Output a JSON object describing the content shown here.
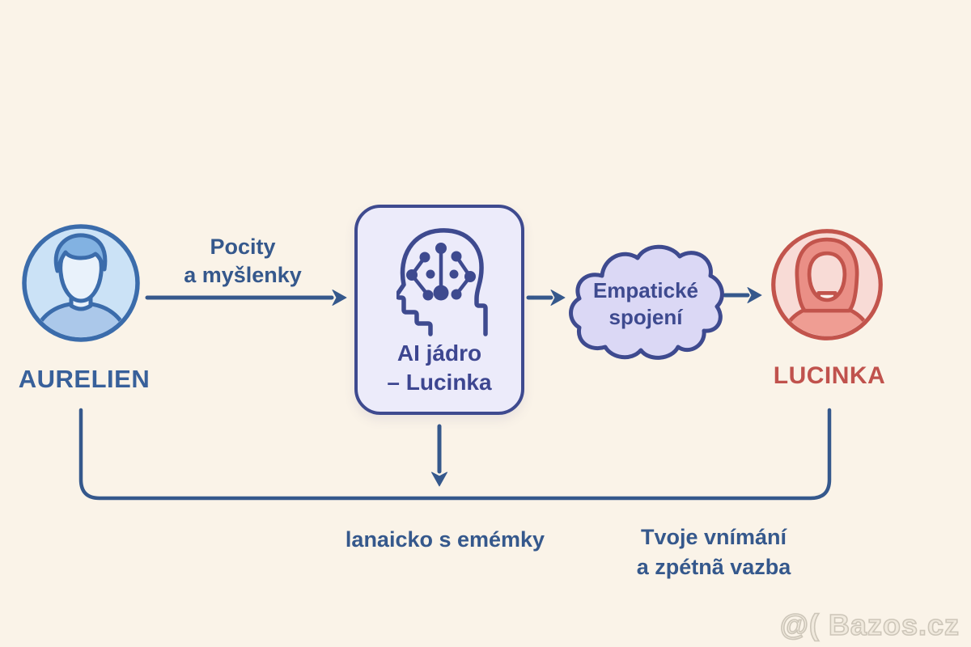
{
  "nodes": {
    "aurelien": {
      "label": "AURELIEN"
    },
    "ai_core": {
      "line1": "AI jádro",
      "line2": "– Lucinka"
    },
    "cloud": {
      "line1": "Empatické",
      "line2": "spojení"
    },
    "lucinka": {
      "label": "LUCINKA"
    }
  },
  "edges": {
    "input": {
      "line1": "Pocity",
      "line2": "a myšlenky"
    },
    "ai_output": {
      "label": "lanaicko s emémky"
    },
    "feedback": {
      "line1": "Tvoje vnímání",
      "line2": "a zpétnã vazba"
    }
  },
  "watermark": "@( Bazos.cz",
  "colors": {
    "background": "#faf3e8",
    "arrow_blue": "#35588c",
    "indigo": "#3e4a8f",
    "box_fill": "#ecebfa",
    "cloud_fill": "#dbd8f5",
    "male_outline": "#3b6cab",
    "male_fill": "#cbe2f6",
    "female_outline": "#c2544c",
    "female_fill": "#f8dbd6",
    "name_blue": "#38609a",
    "name_red": "#c0524d"
  }
}
